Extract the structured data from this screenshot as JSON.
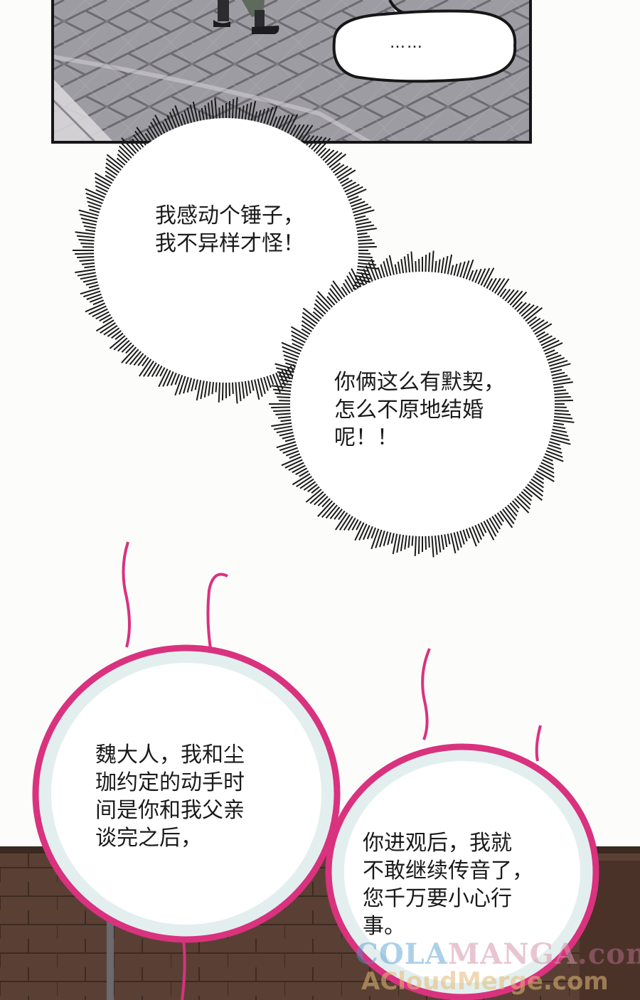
{
  "bubbles": {
    "ellipsis": "……",
    "thought_1": {
      "lines": [
        "我感动个锤子，",
        "我不异样才怪！"
      ]
    },
    "thought_2": {
      "lines": [
        "你俩这么有默契，",
        "怎么不原地结婚",
        "呢！！"
      ]
    },
    "message_1": {
      "lines": [
        "魏大人，我和尘",
        "珈约定的动手时",
        "间是你和我父亲",
        "谈完之后，"
      ]
    },
    "message_2": {
      "lines": [
        "你进观后，我就",
        "不敢继续传音了，",
        "您千万要小心行",
        "事。"
      ]
    }
  },
  "watermark": {
    "line1_a": "COLA",
    "line1_b": "MANGA",
    "line1_c": ".com",
    "line2": "ACloudMerge.com"
  },
  "colors": {
    "telepathy_border": "#d9327f",
    "telepathy_fill": "#e3efee",
    "panel_border": "#161616",
    "pavement": "#9d9aa0",
    "floor": "#5a4034"
  }
}
